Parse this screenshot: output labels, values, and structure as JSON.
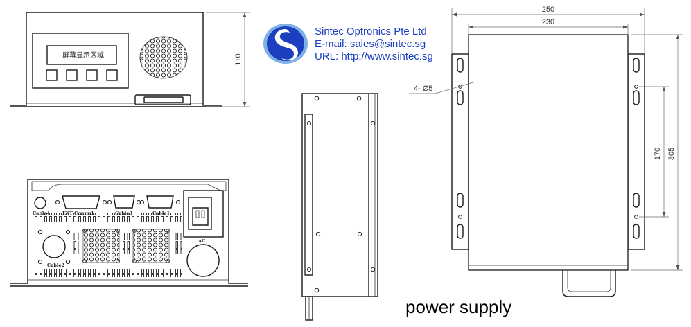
{
  "company": {
    "name": "Sintec Optronics Pte Ltd",
    "email": "E-mail: sales@sintec.sg",
    "url": "URL: http://www.sintec.sg",
    "logo_colors": {
      "primary": "#1c3fbf",
      "secondary": "#7fb0e8"
    }
  },
  "caption": "power supply",
  "front_view": {
    "display_label": "屏幕显示区域",
    "height_dim": "110"
  },
  "rear_view": {
    "labels": {
      "cable4": "Cable4",
      "ext_control": "EXT Control",
      "cable3": "Cable3",
      "cable1": "Cable1",
      "cable2": "Cable2",
      "ac": "AC"
    }
  },
  "top_view": {
    "width_outer": "250",
    "width_inner": "230",
    "hole_spec": "4- Ø5",
    "height_inner": "170",
    "height_outer": "305"
  }
}
